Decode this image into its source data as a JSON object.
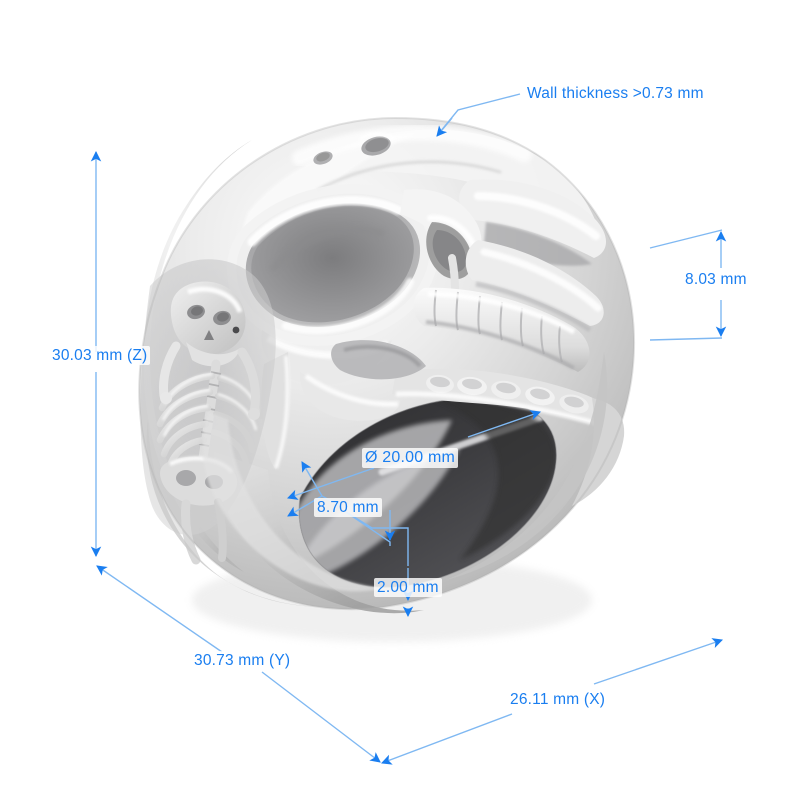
{
  "view": {
    "background_color": "#ffffff",
    "annotation_color": "#1a7ef0",
    "annotation_color_light": "#7fb8f2",
    "object_name": "skull-ring-3d-render",
    "material_color": "#d9d9d9"
  },
  "annotations": {
    "wall_thickness": {
      "label": "Wall thickness >0.73 mm",
      "value": "0.73",
      "unit": "mm",
      "type": "leader-note"
    },
    "height_z": {
      "label": "30.03 mm (Z)",
      "value": "30.03",
      "unit": "mm",
      "axis": "Z",
      "type": "linear-vertical"
    },
    "depth_y": {
      "label": "30.73 mm (Y)",
      "value": "30.73",
      "unit": "mm",
      "axis": "Y",
      "type": "linear-diagonal"
    },
    "width_x": {
      "label": "26.11 mm (X)",
      "value": "26.11",
      "unit": "mm",
      "axis": "X",
      "type": "linear-diagonal"
    },
    "band_height": {
      "label": "8.03 mm",
      "value": "8.03",
      "unit": "mm",
      "type": "linear-vertical"
    },
    "inner_diameter": {
      "label": "Ø 20.00 mm",
      "value": "20.00",
      "unit": "mm",
      "symbol": "Ø",
      "type": "diameter"
    },
    "band_width": {
      "label": "8.70 mm",
      "value": "8.70",
      "unit": "mm",
      "type": "linear-angled"
    },
    "thickness": {
      "label": "2.00 mm",
      "value": "2.00",
      "unit": "mm",
      "type": "linear-vertical"
    }
  }
}
